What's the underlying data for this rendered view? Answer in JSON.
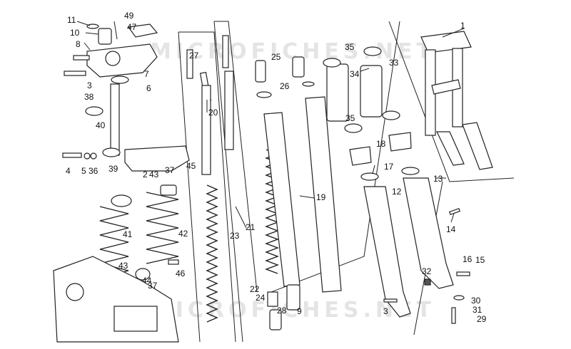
{
  "watermark": "MICROFICHES.NET",
  "callouts": [
    "1",
    "2",
    "3",
    "4",
    "5",
    "6",
    "7",
    "8",
    "9",
    "10",
    "11",
    "12",
    "13",
    "14",
    "15",
    "16",
    "17",
    "18",
    "19",
    "20",
    "21",
    "22",
    "23",
    "24",
    "25",
    "26",
    "27",
    "28",
    "29",
    "30",
    "31",
    "32",
    "33",
    "34",
    "35",
    "36",
    "37",
    "38",
    "39",
    "40",
    "41",
    "42",
    "43",
    "44",
    "45",
    "46",
    "47",
    "49"
  ]
}
